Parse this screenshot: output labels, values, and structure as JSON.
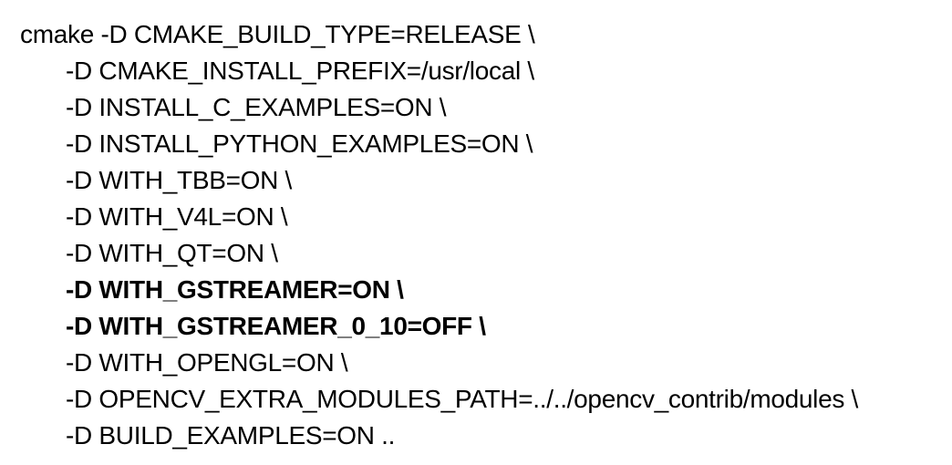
{
  "command": {
    "lines": [
      {
        "text": "cmake -D CMAKE_BUILD_TYPE=RELEASE \\",
        "bold": false
      },
      {
        "text": "-D CMAKE_INSTALL_PREFIX=/usr/local \\",
        "bold": false
      },
      {
        "text": "-D INSTALL_C_EXAMPLES=ON \\",
        "bold": false
      },
      {
        "text": "-D INSTALL_PYTHON_EXAMPLES=ON \\",
        "bold": false
      },
      {
        "text": "-D WITH_TBB=ON \\",
        "bold": false
      },
      {
        "text": "-D WITH_V4L=ON \\",
        "bold": false
      },
      {
        "text": "-D WITH_QT=ON \\",
        "bold": false
      },
      {
        "text": "-D WITH_GSTREAMER=ON \\",
        "bold": true
      },
      {
        "text": "-D WITH_GSTREAMER_0_10=OFF \\",
        "bold": true
      },
      {
        "text": "-D WITH_OPENGL=ON \\",
        "bold": false
      },
      {
        "text": "-D OPENCV_EXTRA_MODULES_PATH=../../opencv_contrib/modules \\",
        "bold": false
      },
      {
        "text": "-D BUILD_EXAMPLES=ON ..",
        "bold": false
      }
    ]
  }
}
